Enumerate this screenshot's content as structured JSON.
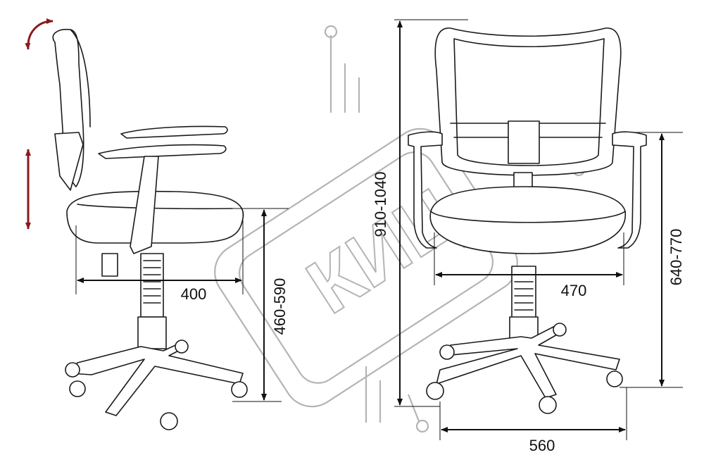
{
  "dimensions": {
    "seat_depth": "400",
    "seat_height": "460-590",
    "total_height": "910-1040",
    "seat_width": "470",
    "armrest_height": "640-770",
    "base_width": "560"
  },
  "watermark": {
    "text": "КИЦ"
  },
  "colors": {
    "line": "#1a1a1a",
    "adjust_arrow": "#8b1a1a",
    "watermark": "#b4b4b4"
  }
}
